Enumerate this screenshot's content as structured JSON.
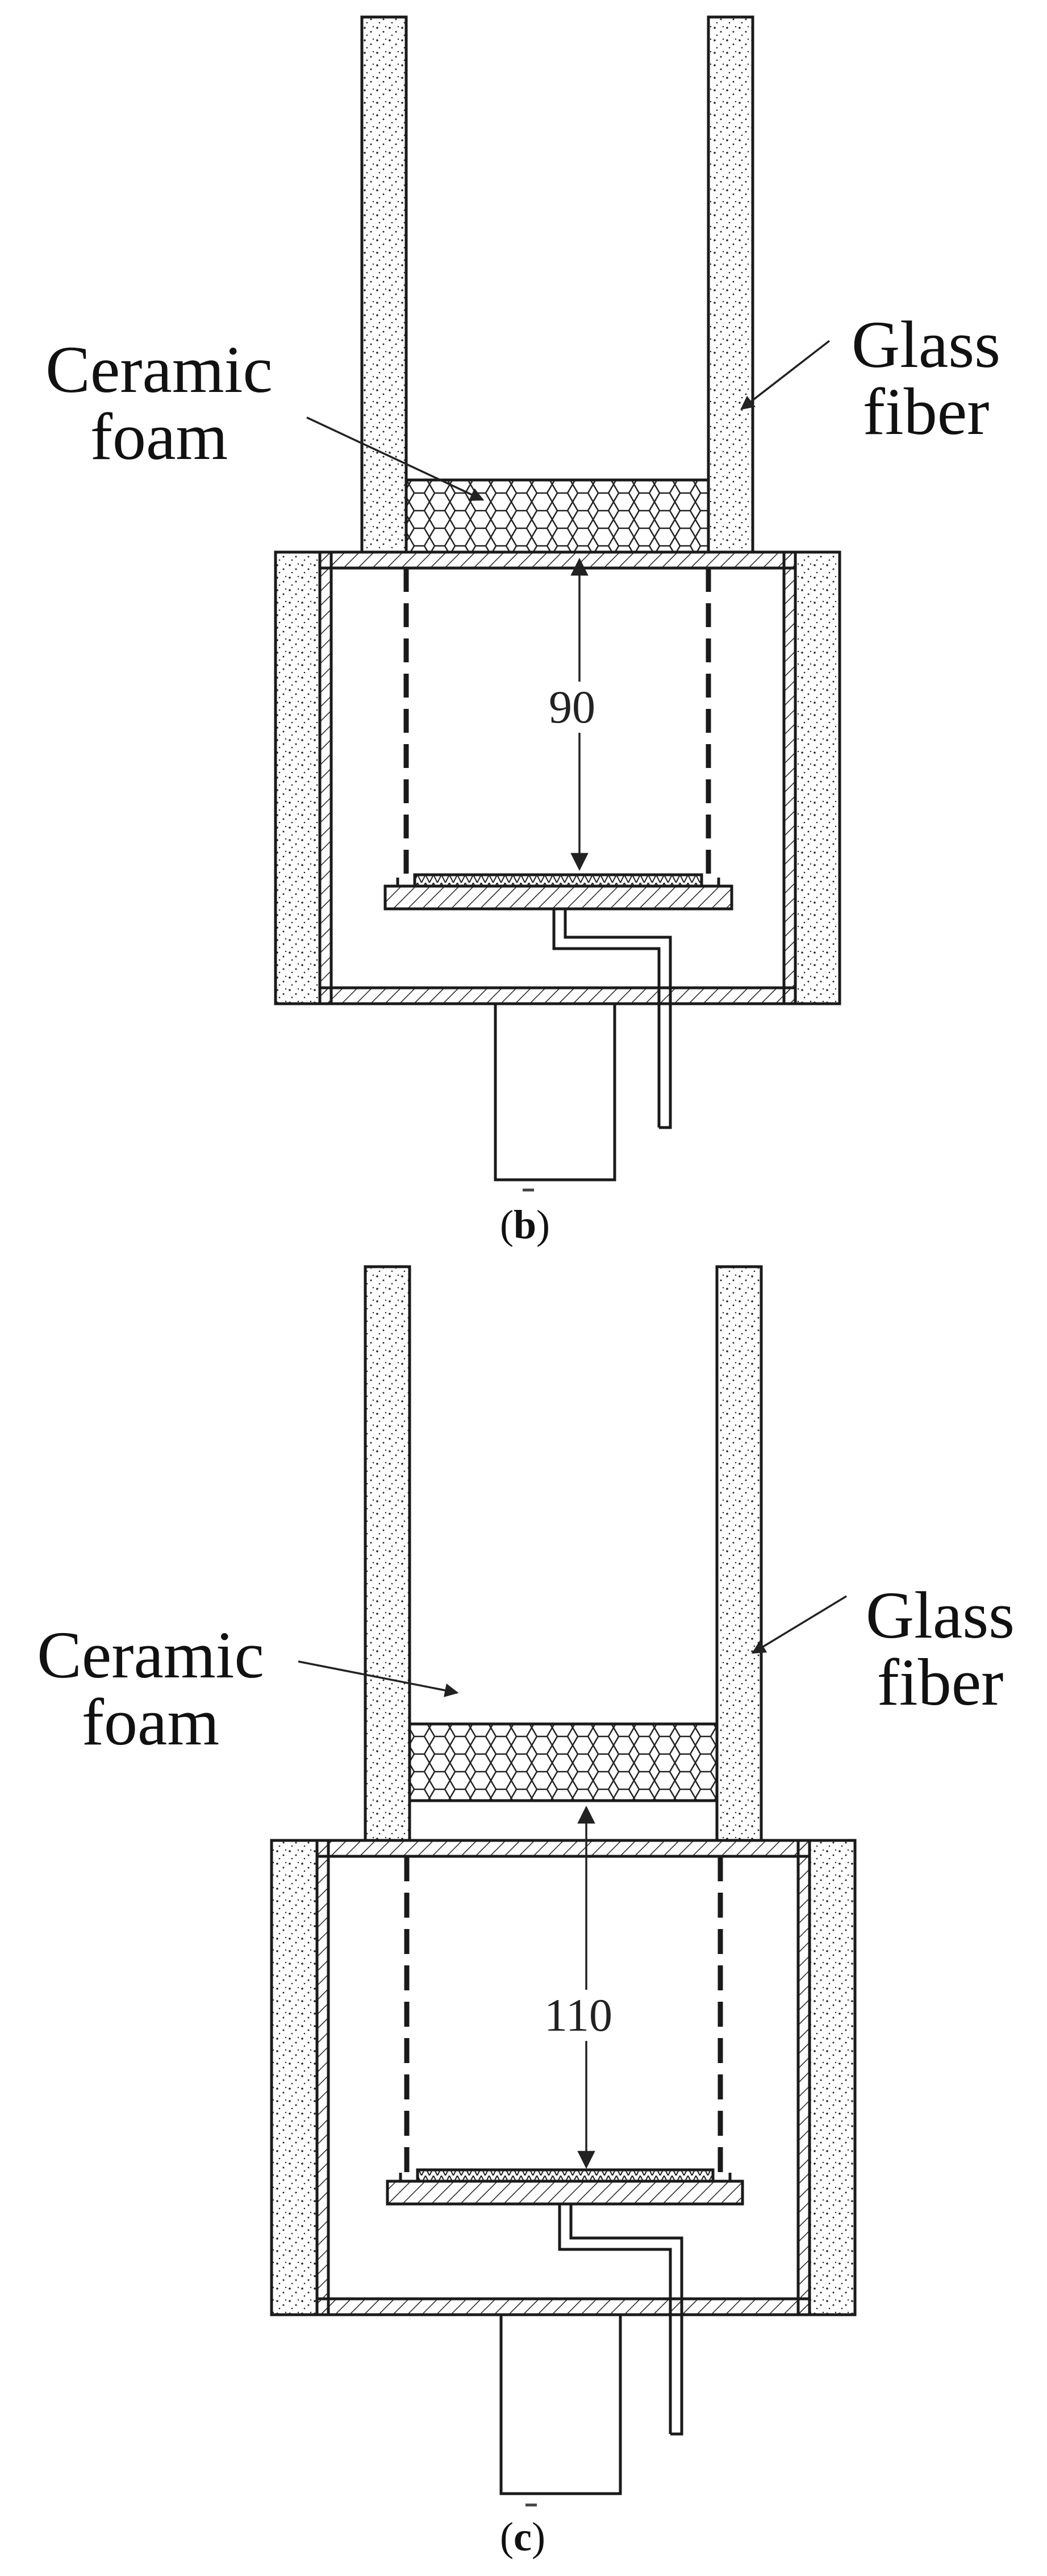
{
  "figures": [
    {
      "panel_letter": "b",
      "label_ceramic_1": "Ceramic",
      "label_ceramic_2": "foam",
      "label_glass_1": "Glass",
      "label_glass_2": "fiber",
      "dimension": "90"
    },
    {
      "panel_letter": "c",
      "label_ceramic_1": "Ceramic",
      "label_ceramic_2": "foam",
      "label_glass_1": "Glass",
      "label_glass_2": "fiber",
      "dimension": "110"
    }
  ],
  "colors": {
    "line": "#1a1a1a",
    "background": "#ffffff"
  }
}
